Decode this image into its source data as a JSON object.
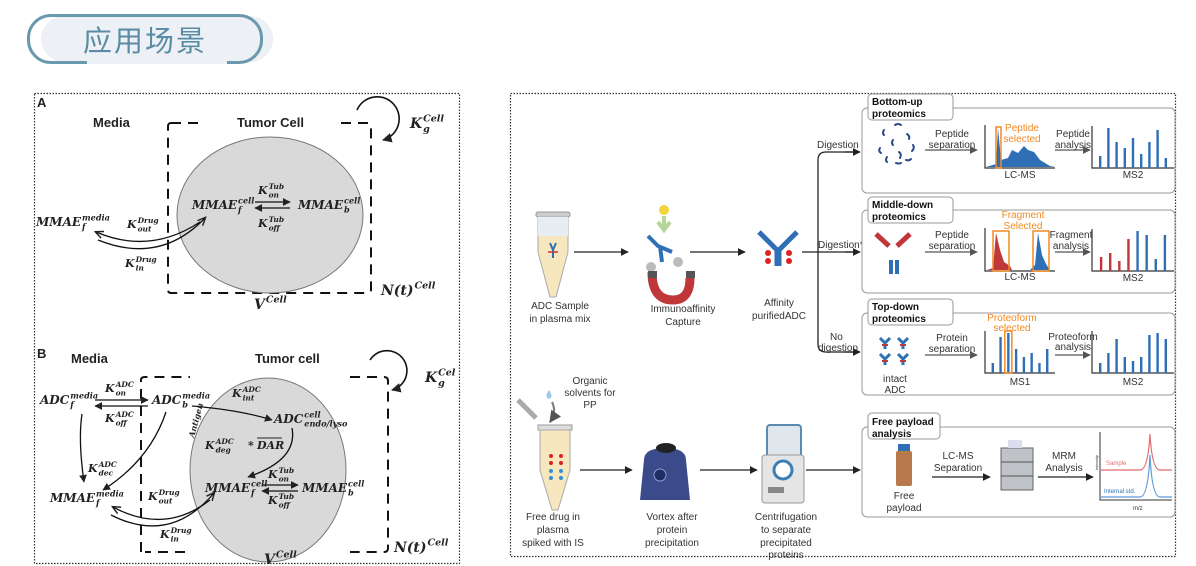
{
  "header": {
    "title": "应用场景"
  },
  "colors": {
    "accent": "#6a98ad",
    "blue": "#2f6fb5",
    "red": "#c0373a",
    "orange": "#f08a24",
    "cell": "#d9d9d9"
  },
  "panel_a": {
    "label": "A",
    "media": "Media",
    "tumor_cell": "Tumor Cell",
    "mmae_f_cell": {
      "b": "MMAE",
      "sup": "cell",
      "sub": "f"
    },
    "mmae_b_cell": {
      "b": "MMAE",
      "sup": "cell",
      "sub": "b"
    },
    "k_on_tub": {
      "b": "K",
      "sup": "Tub",
      "sub": "on"
    },
    "k_off_tub": {
      "b": "K",
      "sup": "Tub",
      "sub": "off"
    },
    "mmae_f_media": {
      "b": "MMAE",
      "sup": "media",
      "sub": "f"
    },
    "k_out_drug": {
      "b": "K",
      "sup": "Drug",
      "sub": "out"
    },
    "k_in_drug": {
      "b": "K",
      "sup": "Drug",
      "sub": "in"
    },
    "k_g_cell": {
      "b": "K",
      "sup": "Cell",
      "sub": "g"
    },
    "n_t_cell": {
      "b": "N(t)",
      "sup": "Cell",
      "sub": ""
    },
    "v_cell": {
      "b": "V",
      "sup": "Cell",
      "sub": ""
    }
  },
  "panel_b": {
    "label": "B",
    "media": "Media",
    "tumor_cell": "Tumor cell",
    "antigen": "Antigen",
    "adc_f_media": {
      "b": "ADC",
      "sup": "media",
      "sub": "f"
    },
    "adc_b_media": {
      "b": "ADC",
      "sup": "media",
      "sub": "b"
    },
    "k_on_adc": {
      "b": "K",
      "sup": "ADC",
      "sub": "on"
    },
    "k_off_adc": {
      "b": "K",
      "sup": "ADC",
      "sub": "off"
    },
    "k_int_adc": {
      "b": "K",
      "sup": "ADC",
      "sub": "int"
    },
    "adc_endo_cell": {
      "b": "ADC",
      "sup": "cell",
      "sub": "endo/lyso"
    },
    "k_deg_adc": {
      "b": "K",
      "sup": "ADC",
      "sub": "deg"
    },
    "deg_times": "*",
    "dar": "DAR",
    "k_dec_adc": {
      "b": "K",
      "sup": "ADC",
      "sub": "dec"
    },
    "mmae_f_media": {
      "b": "MMAE",
      "sup": "media",
      "sub": "f"
    },
    "mmae_f_cell": {
      "b": "MMAE",
      "sup": "cell",
      "sub": "f"
    },
    "mmae_b_cell": {
      "b": "MMAE",
      "sup": "cell",
      "sub": "b"
    },
    "k_on_tub": {
      "b": "K",
      "sup": "Tub",
      "sub": "on"
    },
    "k_off_tub": {
      "b": "K",
      "sup": "Tub",
      "sub": "off"
    },
    "k_out_drug": {
      "b": "K",
      "sup": "Drug",
      "sub": "out"
    },
    "k_in_drug": {
      "b": "K",
      "sup": "Drug",
      "sub": "in"
    },
    "k_g_cell": {
      "b": "K",
      "sup": "Cel",
      "sub": "g"
    },
    "n_t_cell": {
      "b": "N(t)",
      "sup": "Cell",
      "sub": ""
    },
    "v_cell": {
      "b": "V",
      "sup": "Cell",
      "sub": ""
    }
  },
  "workflow": {
    "adc_sample": [
      "ADC Sample",
      "in plasma mix"
    ],
    "immuno": [
      "Immunoaffinity",
      "Capture"
    ],
    "affinity": [
      "Affinity",
      "purifiedADC"
    ],
    "digestion": "Digestion",
    "digestion_star": "Digestion*",
    "no_digestion": [
      "No",
      "digestion"
    ],
    "bottom_up": {
      "title": [
        "Bottom-up",
        "proteomics"
      ],
      "step1": [
        "Peptide",
        "separation"
      ],
      "selected": [
        "Peptide",
        "selected"
      ],
      "chart1": "LC-MS",
      "step2": [
        "Peptide",
        "analysis"
      ],
      "chart2": "MS2",
      "ms2_bars": [
        0.3,
        1,
        0.65,
        0.5,
        0.75,
        0.35,
        0.65,
        0.95,
        0.25
      ]
    },
    "middle_down": {
      "title": [
        "Middle-down",
        "proteomics"
      ],
      "step1": [
        "Peptide",
        "separation"
      ],
      "selected": [
        "Fragment",
        "Selected"
      ],
      "chart1": "LC-MS",
      "step2": [
        "Fragment",
        "analysis"
      ],
      "chart2": "MS2",
      "ms2_bars": [
        0.35,
        0.45,
        0.25,
        0.8,
        1,
        0.9,
        0.3,
        0.9
      ],
      "ms2_colors": [
        "red",
        "red",
        "red",
        "red",
        "blue",
        "blue",
        "blue",
        "blue"
      ]
    },
    "top_down": {
      "title": [
        "Top-down",
        "proteomics"
      ],
      "sample": [
        "intact",
        "ADC"
      ],
      "step1": [
        "Protein",
        "separation"
      ],
      "selected": [
        "Proteoform",
        "selected"
      ],
      "chart1": "MS1",
      "ms1_bars": [
        0.25,
        0.9,
        1,
        0.6,
        0.4,
        0.5,
        0.25,
        0.6
      ],
      "ms1_selected_index": 2,
      "step2": [
        "Proteoform",
        "analysis"
      ],
      "chart2": "MS2",
      "ms2_bars": [
        0.25,
        0.5,
        0.85,
        0.4,
        0.3,
        0.4,
        0.95,
        1,
        0.85
      ]
    },
    "organic": [
      "Organic",
      "solvents for",
      "PP"
    ],
    "free_drug": [
      "Free drug in",
      "plasma",
      "spiked with IS"
    ],
    "vortex": [
      "Vortex after",
      "protein",
      "precipitation"
    ],
    "centrifugation": [
      "Centrifugation",
      "to separate",
      "precipitated",
      "proteins"
    ],
    "free_payload": {
      "title": [
        "Free payload",
        "analysis"
      ],
      "sample": [
        "Free",
        "payload"
      ],
      "step1": [
        "LC-MS",
        "Separation"
      ],
      "step2": [
        "MRM",
        "Analysis"
      ],
      "sample_trace": "Sample",
      "is_trace": "Internal std.",
      "x_axis": "m/z",
      "y_axis": "Intensity"
    }
  }
}
